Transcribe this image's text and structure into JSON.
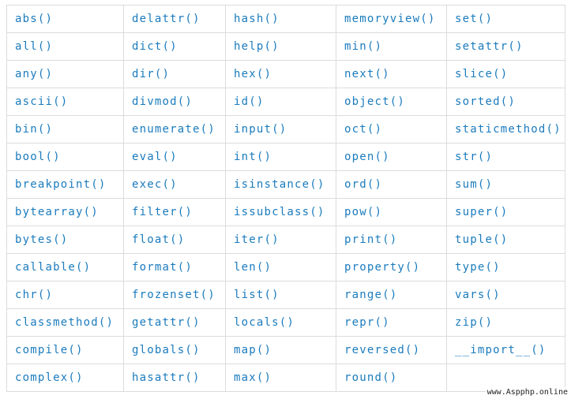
{
  "table": {
    "rows": [
      [
        "abs()",
        "delattr()",
        "hash()",
        "memoryview()",
        "set()"
      ],
      [
        "all()",
        "dict()",
        "help()",
        "min()",
        "setattr()"
      ],
      [
        "any()",
        "dir()",
        "hex()",
        "next()",
        "slice()"
      ],
      [
        "ascii()",
        "divmod()",
        "id()",
        "object()",
        "sorted()"
      ],
      [
        "bin()",
        "enumerate()",
        "input()",
        "oct()",
        "staticmethod()"
      ],
      [
        "bool()",
        "eval()",
        "int()",
        "open()",
        "str()"
      ],
      [
        "breakpoint()",
        "exec()",
        "isinstance()",
        "ord()",
        "sum()"
      ],
      [
        "bytearray()",
        "filter()",
        "issubclass()",
        "pow()",
        "super()"
      ],
      [
        "bytes()",
        "float()",
        "iter()",
        "print()",
        "tuple()"
      ],
      [
        "callable()",
        "format()",
        "len()",
        "property()",
        "type()"
      ],
      [
        "chr()",
        "frozenset()",
        "list()",
        "range()",
        "vars()"
      ],
      [
        "classmethod()",
        "getattr()",
        "locals()",
        "repr()",
        "zip()"
      ],
      [
        "compile()",
        "globals()",
        "map()",
        "reversed()",
        "__import__()"
      ],
      [
        "complex()",
        "hasattr()",
        "max()",
        "round()",
        ""
      ]
    ]
  },
  "watermark": "www.Aspphp.online",
  "colors": {
    "link": "#1a7bbd",
    "border": "#dcdcdc",
    "background": "#ffffff"
  }
}
